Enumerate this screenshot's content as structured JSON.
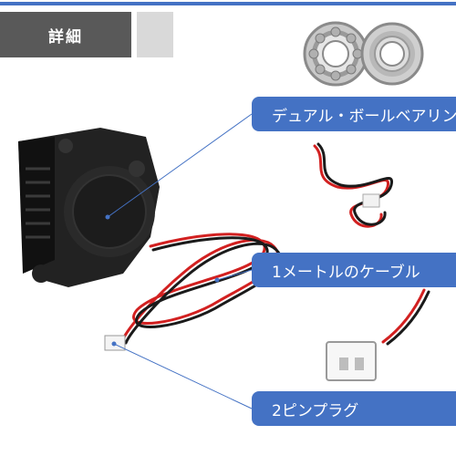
{
  "header": {
    "title": "詳細"
  },
  "callouts": [
    {
      "label": "デュアル・ボールベアリング"
    },
    {
      "label": "1メートルのケーブル"
    },
    {
      "label": "2ピンプラグ"
    }
  ],
  "colors": {
    "accent_blue": "#4472c4",
    "tab_dark": "#595959",
    "tab_light": "#d9d9d9",
    "wire_red": "#d22020",
    "wire_black": "#1a1a1a"
  },
  "icons": [
    "ball-bearing-icon",
    "fan-icon",
    "cable-icon",
    "connector-plug-icon"
  ]
}
